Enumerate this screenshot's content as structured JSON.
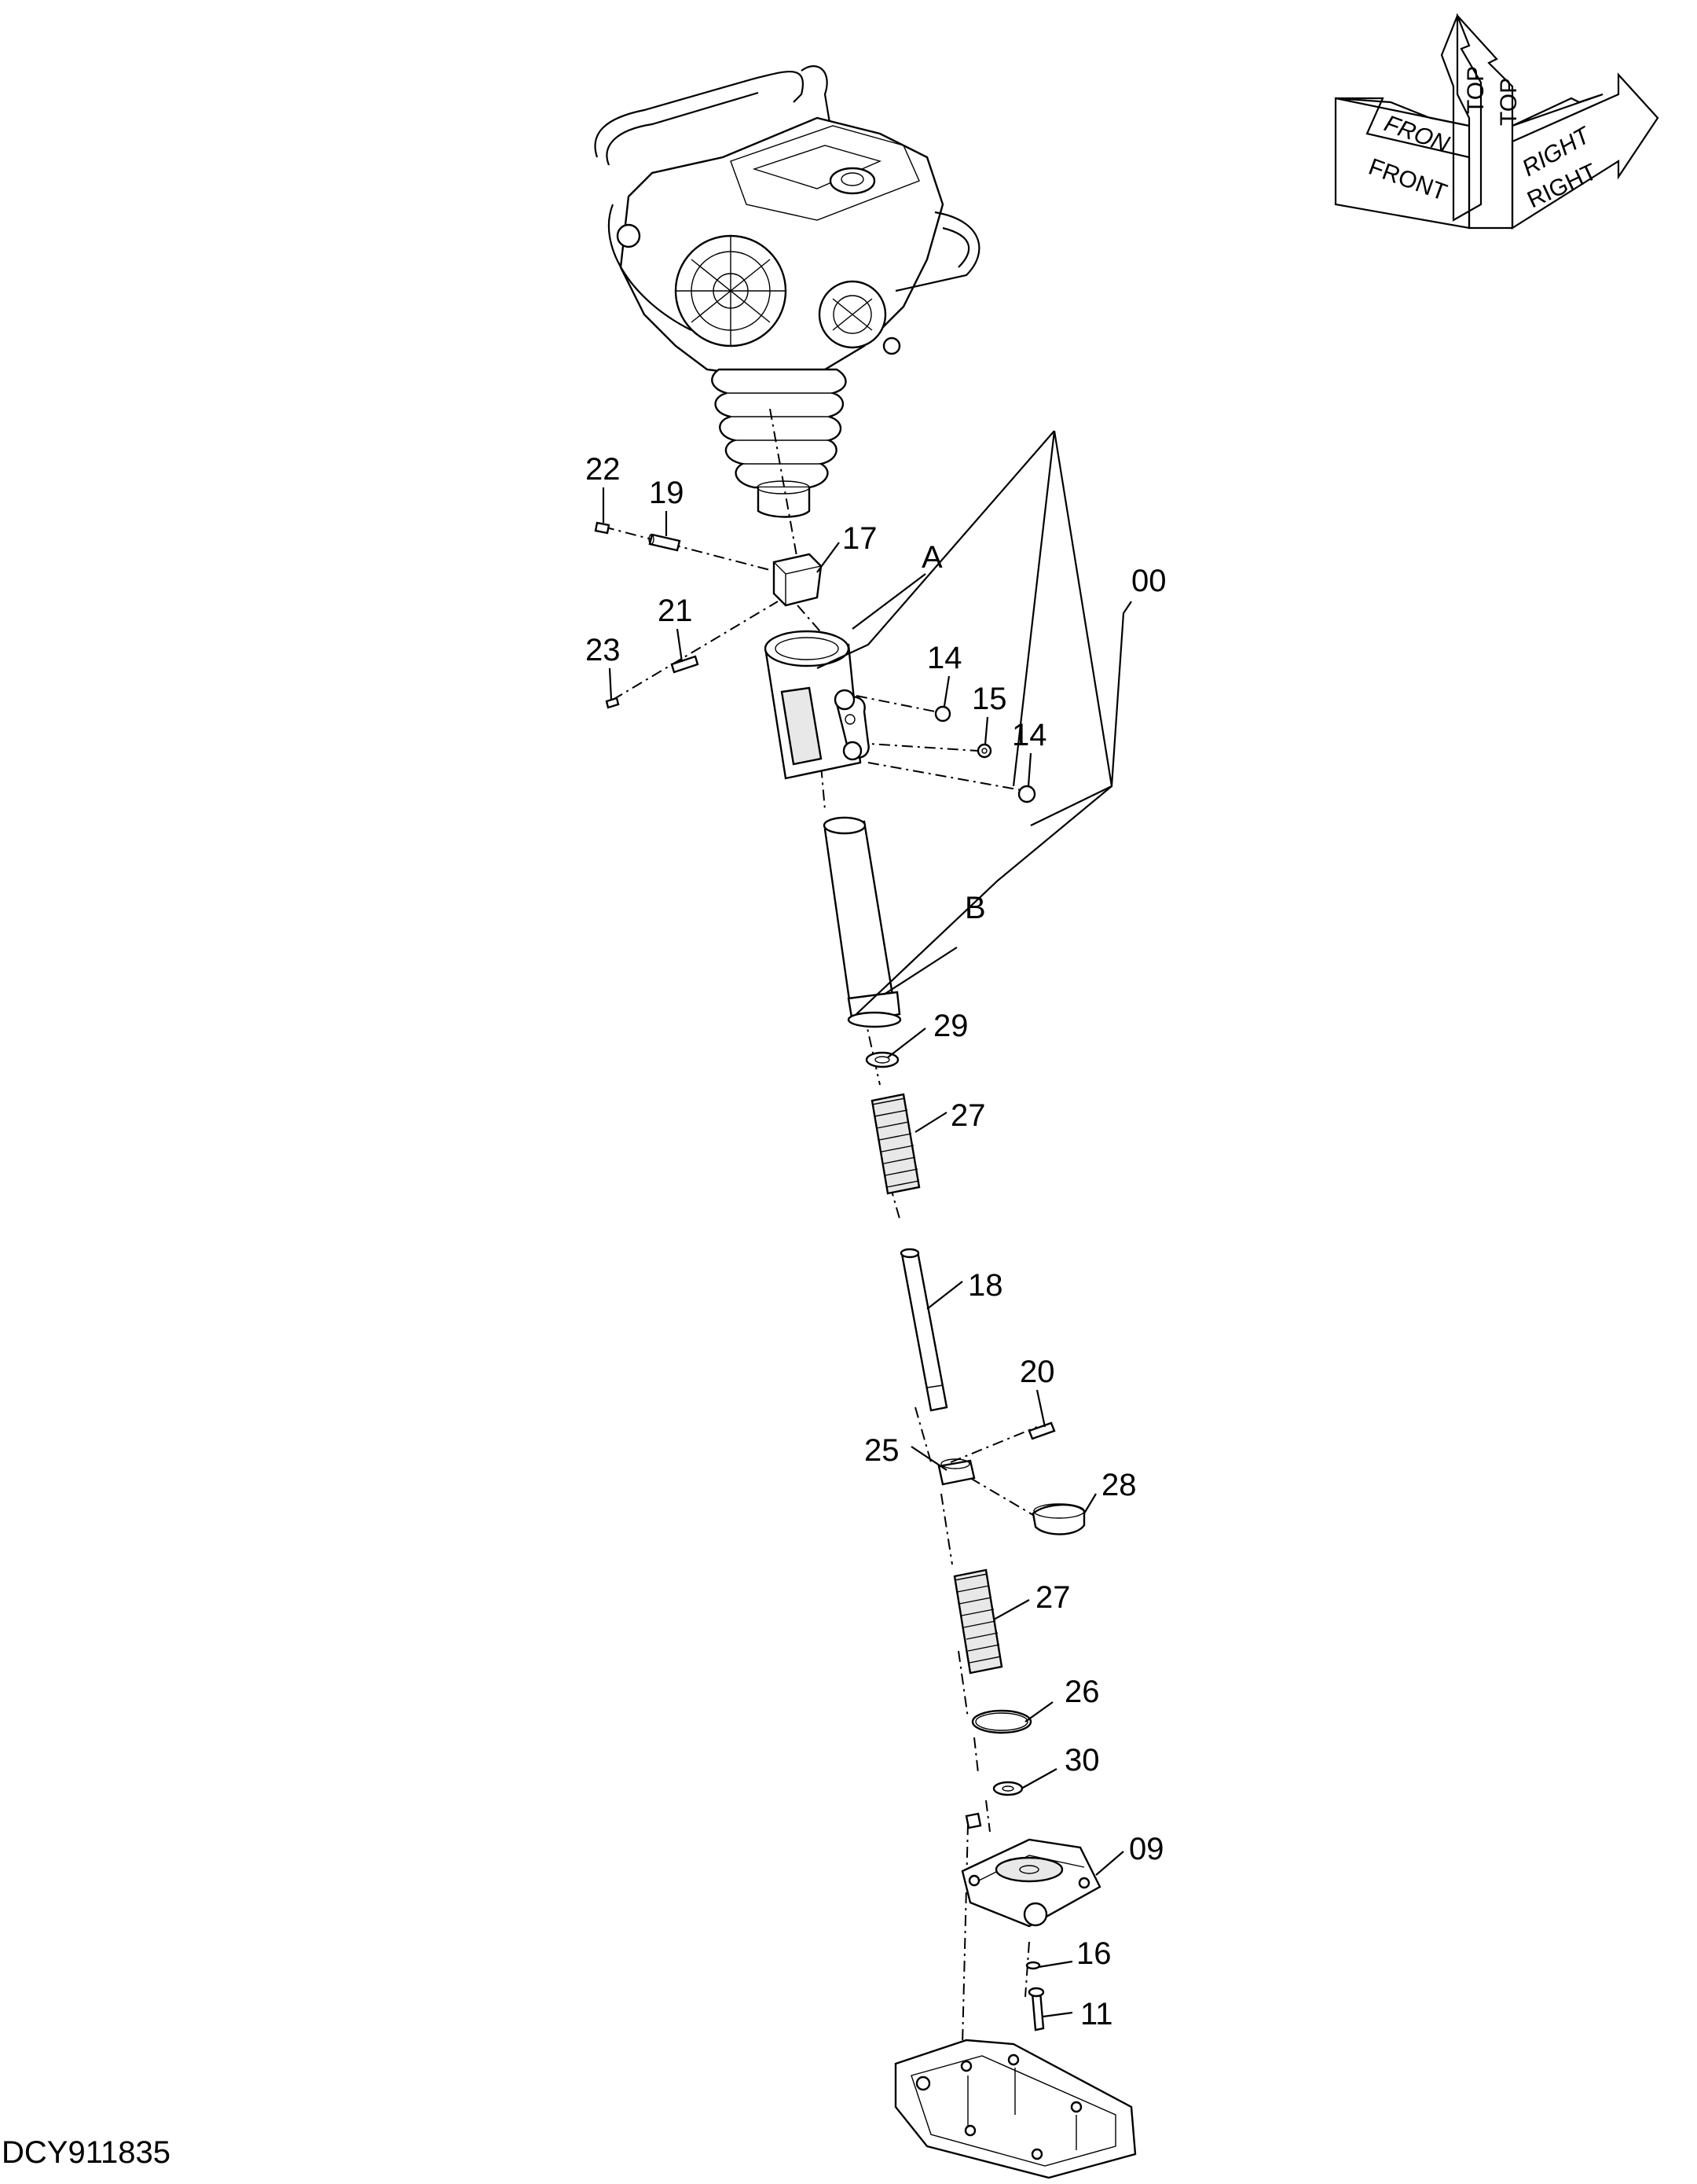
{
  "diagram": {
    "document_id": "DCY911835",
    "orientation": {
      "top_labels": [
        "TOP",
        "TOP"
      ],
      "front_labels": [
        "FRON",
        "FRONT"
      ],
      "right_labels": [
        "RIGHT",
        "RIGHT"
      ]
    },
    "callouts": [
      {
        "id": "22",
        "label": "22"
      },
      {
        "id": "19",
        "label": "19"
      },
      {
        "id": "17",
        "label": "17"
      },
      {
        "id": "A",
        "label": "A"
      },
      {
        "id": "00",
        "label": "00"
      },
      {
        "id": "21",
        "label": "21"
      },
      {
        "id": "23",
        "label": "23"
      },
      {
        "id": "14a",
        "label": "14"
      },
      {
        "id": "15",
        "label": "15"
      },
      {
        "id": "14b",
        "label": "14"
      },
      {
        "id": "B",
        "label": "B"
      },
      {
        "id": "29",
        "label": "29"
      },
      {
        "id": "27a",
        "label": "27"
      },
      {
        "id": "18",
        "label": "18"
      },
      {
        "id": "20",
        "label": "20"
      },
      {
        "id": "25",
        "label": "25"
      },
      {
        "id": "28",
        "label": "28"
      },
      {
        "id": "27b",
        "label": "27"
      },
      {
        "id": "26",
        "label": "26"
      },
      {
        "id": "30",
        "label": "30"
      },
      {
        "id": "09",
        "label": "09"
      },
      {
        "id": "16",
        "label": "16"
      },
      {
        "id": "11",
        "label": "11"
      }
    ]
  }
}
